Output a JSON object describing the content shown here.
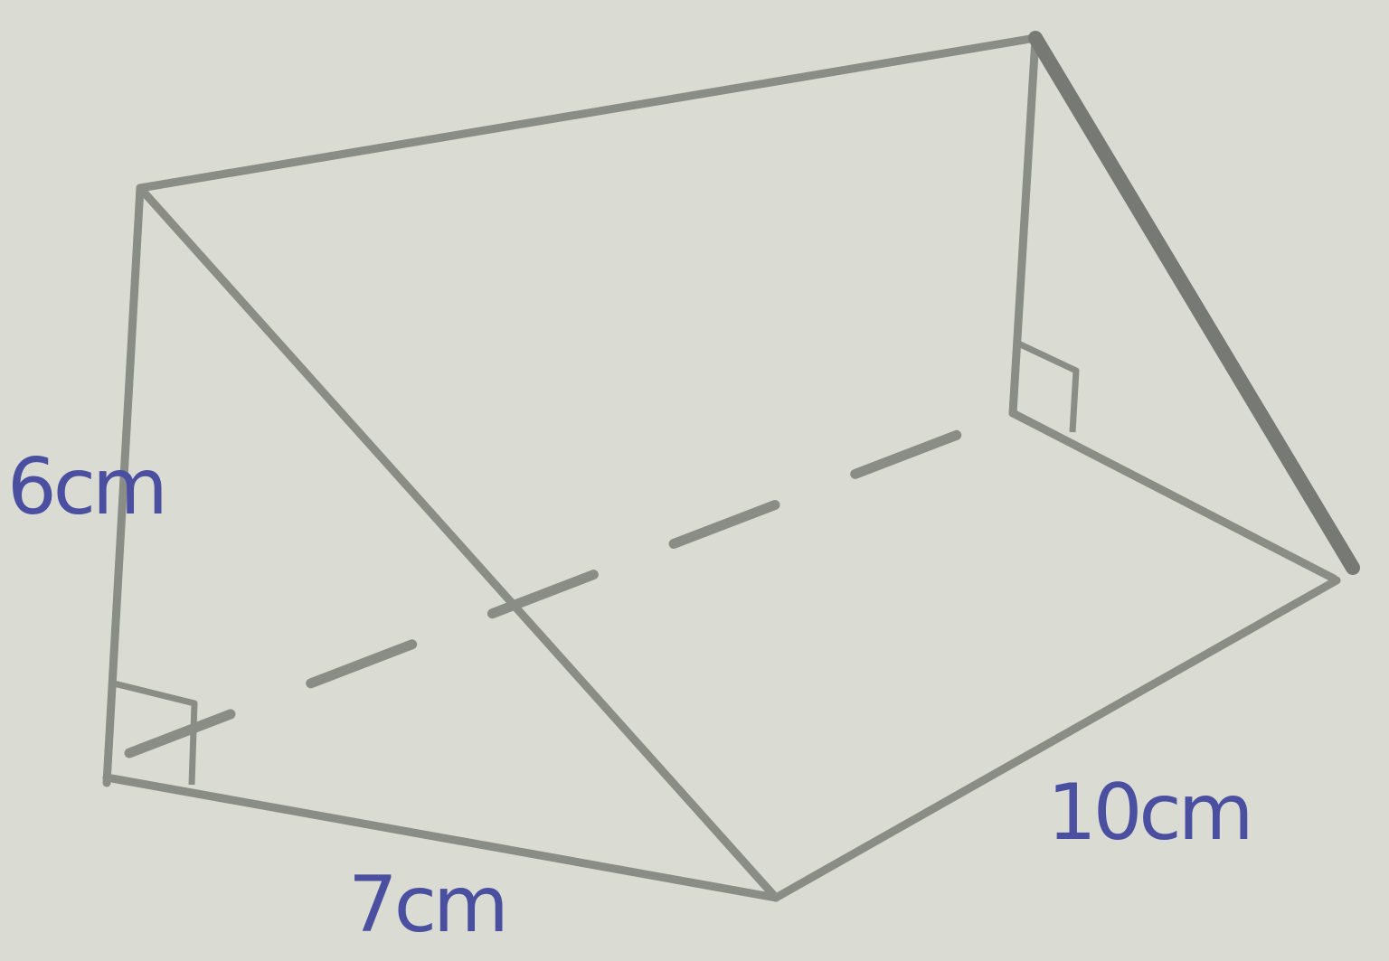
{
  "labels": {
    "height": "6cm",
    "base": "7cm",
    "length": "10cm"
  },
  "colors": {
    "pencil": "#8a8c86",
    "ink": "#4a4fa0",
    "paper": "#dadcd4"
  }
}
